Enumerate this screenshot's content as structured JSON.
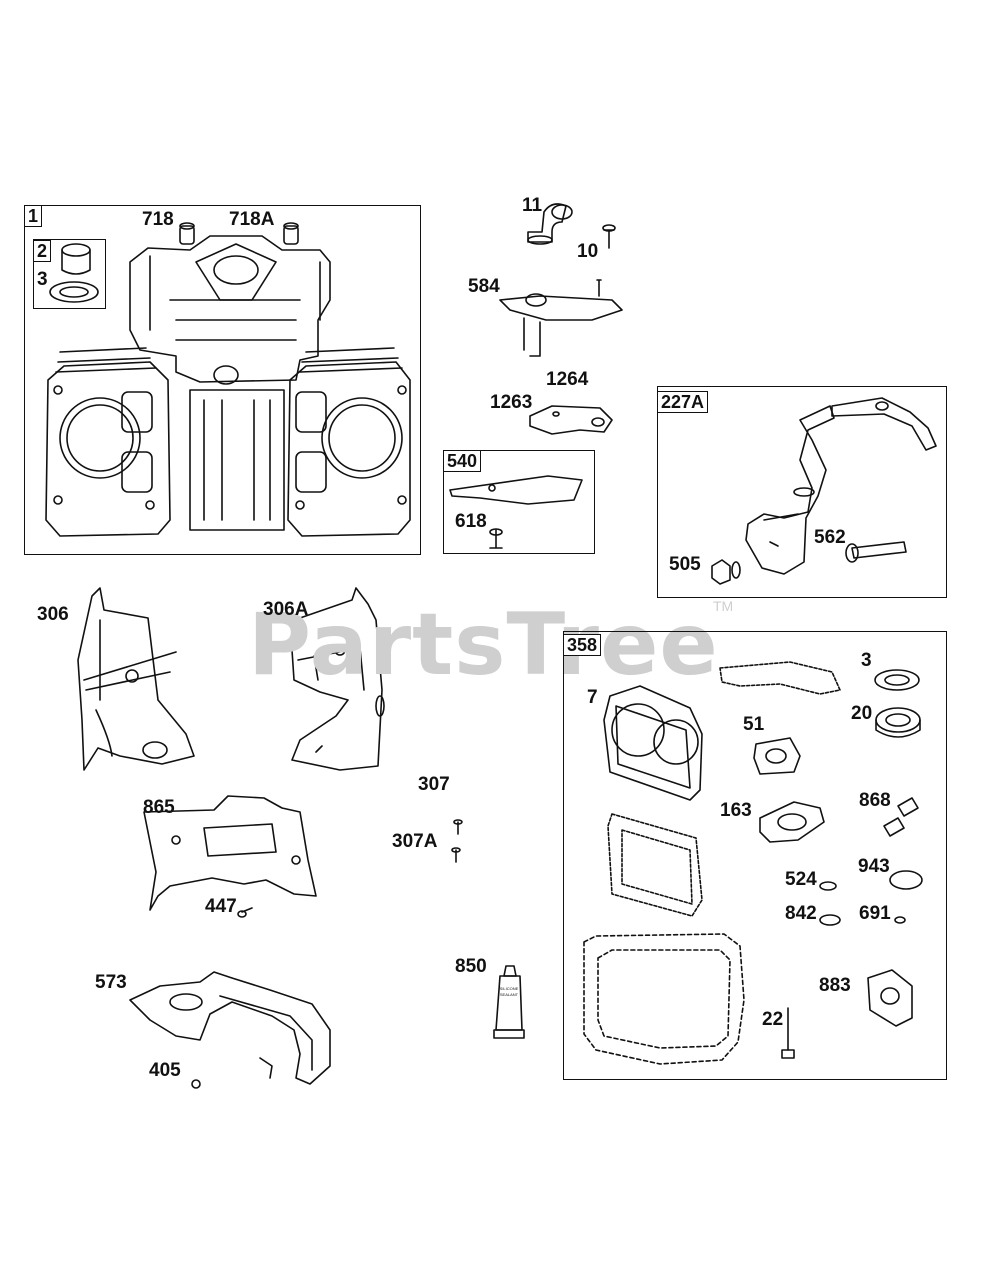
{
  "watermark": {
    "brand": "PartsTree",
    "trademark": "TM"
  },
  "groups": {
    "g1": "1",
    "g2": "2",
    "g540": "540",
    "g227A": "227A",
    "g358": "358"
  },
  "labels": {
    "p718": "718",
    "p718A": "718A",
    "p3a": "3",
    "p11": "11",
    "p10": "10",
    "p584": "584",
    "p1264": "1264",
    "p1263": "1263",
    "p618": "618",
    "p505": "505",
    "p562": "562",
    "p306": "306",
    "p306A": "306A",
    "p307": "307",
    "p307A": "307A",
    "p865": "865",
    "p447": "447",
    "p573": "573",
    "p405": "405",
    "p850": "850",
    "p3b": "3",
    "p7": "7",
    "p20": "20",
    "p51": "51",
    "p163": "163",
    "p868": "868",
    "p943": "943",
    "p524": "524",
    "p842": "842",
    "p691": "691",
    "p883": "883",
    "p22": "22"
  },
  "tube_text": {
    "line1": "SILICONE",
    "line2": "SEALANT"
  }
}
